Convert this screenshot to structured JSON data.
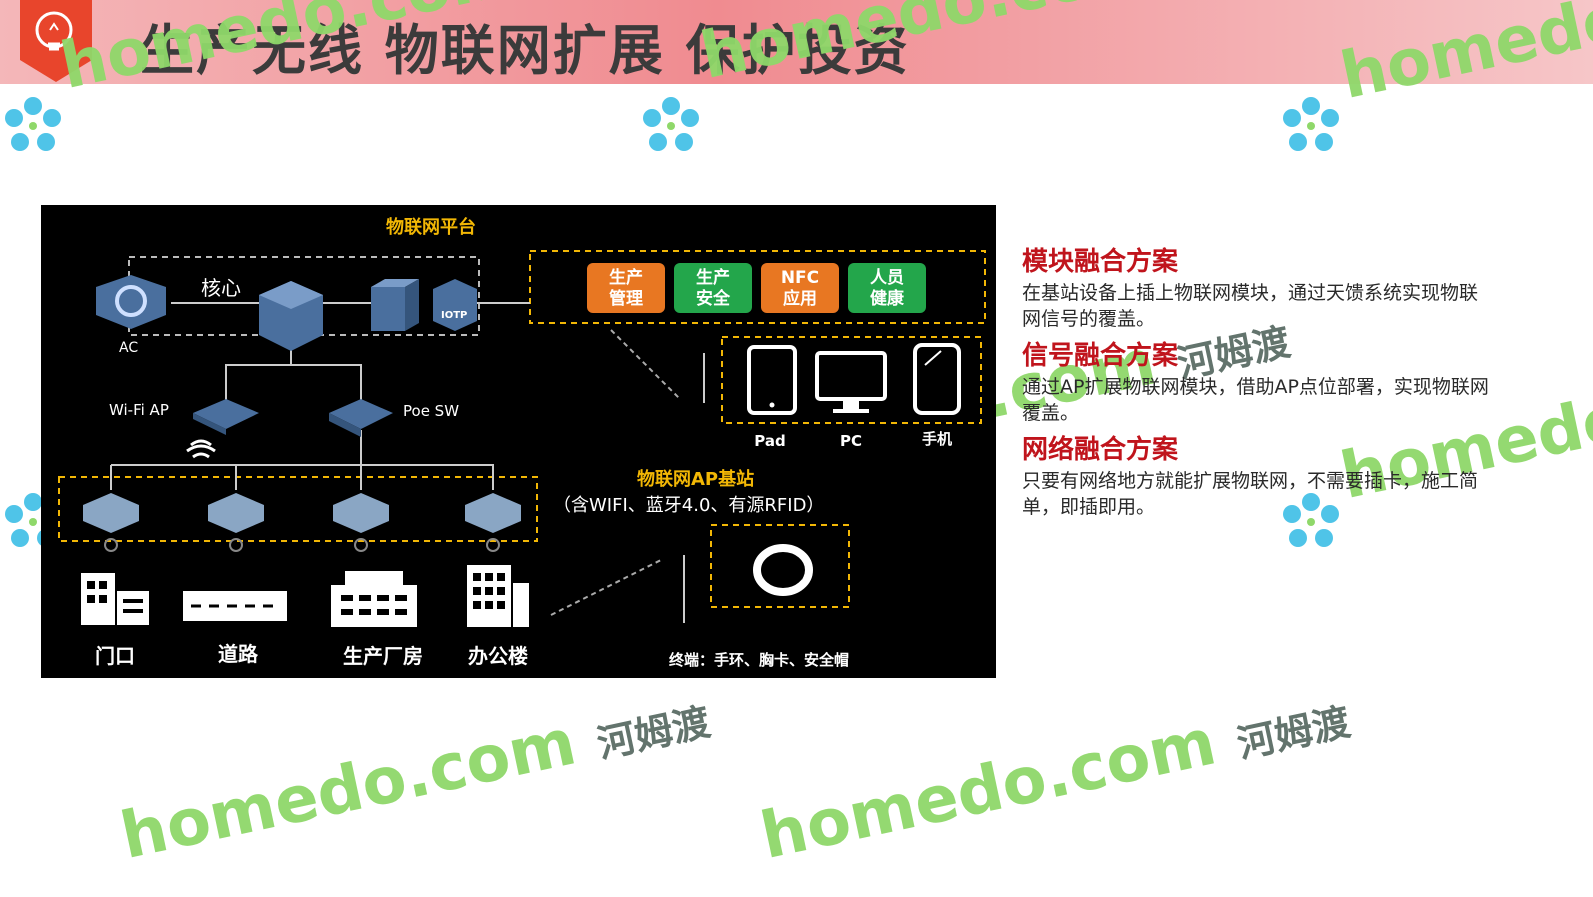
{
  "page": {
    "title": "生产无线 物联网扩展  保护投资",
    "watermark_text": "homedo.com",
    "watermark_cn": "河姆渡"
  },
  "colors": {
    "accent_red": "#c0141c",
    "orange": "#e87722",
    "green": "#23a64b",
    "dash_yellow": "#f2b705",
    "watermark_green": "#8fd86a"
  },
  "diagram": {
    "platform_title": "物联网平台",
    "core_label": "核心",
    "ac_label": "AC",
    "iotp_label": "IOTP",
    "wifi_ap_label": "Wi-Fi AP",
    "poe_label": "Poe SW",
    "apps": [
      {
        "line1": "生产",
        "line2": "管理",
        "color": "orange"
      },
      {
        "line1": "生产",
        "line2": "安全",
        "color": "green"
      },
      {
        "line1": "NFC",
        "line2": "应用",
        "color": "orange"
      },
      {
        "line1": "人员",
        "line2": "健康",
        "color": "green"
      }
    ],
    "devices": [
      "Pad",
      "PC",
      "手机"
    ],
    "ap_base_title": "物联网AP基站",
    "ap_base_sub": "（含WIFI、蓝牙4.0、有源RFID）",
    "locations": [
      "门口",
      "道路",
      "生产厂房",
      "办公楼"
    ],
    "terminal_label": "终端：手环、胸卡、安全帽"
  },
  "sections": [
    {
      "title": "模块融合方案",
      "body": "在基站设备上插上物联网模块，通过天馈系统实现物联网信号的覆盖。"
    },
    {
      "title": "信号融合方案",
      "body": "通过AP扩展物联网模块，借助AP点位部署，实现物联网覆盖。"
    },
    {
      "title": "网络融合方案",
      "body": "只要有网络地方就能扩展物联网，不需要插卡，施工简单，即插即用。"
    }
  ]
}
